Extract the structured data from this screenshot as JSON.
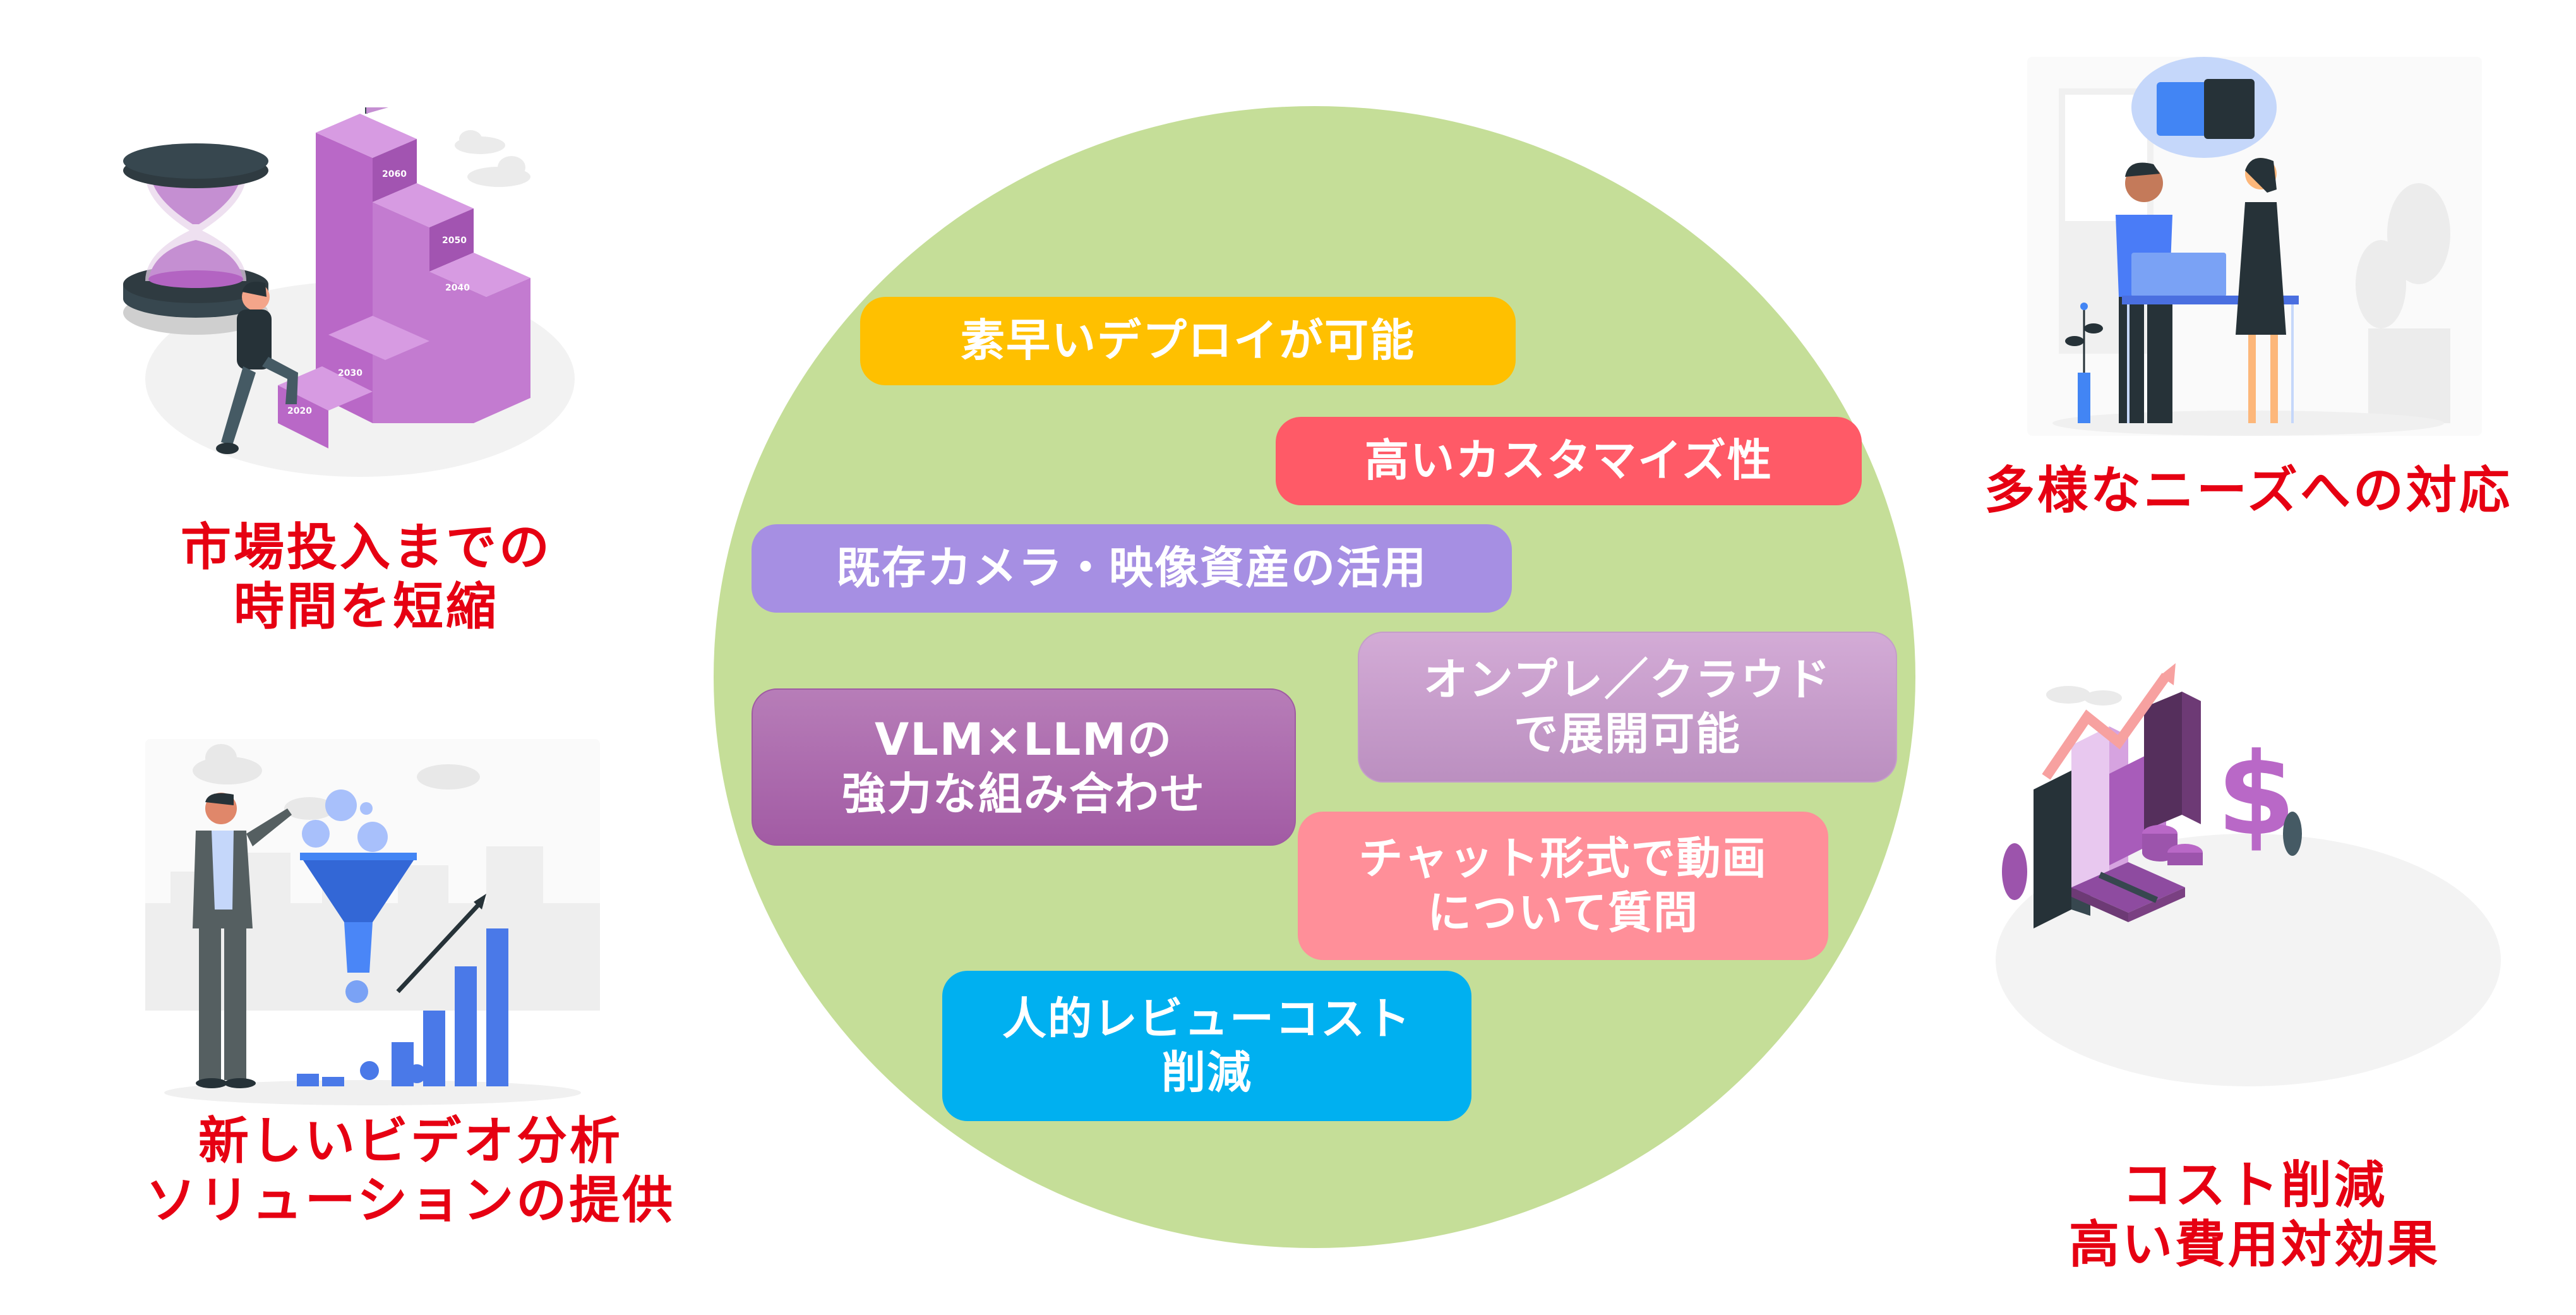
{
  "colors": {
    "background": "#ffffff",
    "center_circle": "#c5de98",
    "caption_red": "#e60012",
    "box_text": "#ffffff"
  },
  "center_features": [
    {
      "lines": [
        "素早いデプロイが可能"
      ],
      "color": "#ffc000"
    },
    {
      "lines": [
        "高いカスタマイズ性"
      ],
      "color": "#ff5a67"
    },
    {
      "lines": [
        "既存カメラ・映像資産の活用"
      ],
      "color": "#a68fe3"
    },
    {
      "lines": [
        "オンプレ／クラウド",
        "で展開可能"
      ],
      "color": "#cba3d1"
    },
    {
      "lines": [
        "VLM×LLMの",
        "強力な組み合わせ"
      ],
      "color": "#ab6bac"
    },
    {
      "lines": [
        "チャット形式で動画",
        "について質問"
      ],
      "color": "#ff8f99"
    },
    {
      "lines": [
        "人的レビューコスト",
        "削減"
      ],
      "color": "#00b0f0"
    }
  ],
  "benefits": {
    "top_left": {
      "lines": [
        "市場投入までの",
        "時間を短縮"
      ],
      "illustration": "hourglass-stairs-illustration",
      "stair_labels": [
        "2020",
        "2030",
        "2040",
        "2050",
        "2060"
      ]
    },
    "bottom_left": {
      "lines": [
        "新しいビデオ分析",
        "ソリューションの提供"
      ],
      "illustration": "funnel-coins-growth-illustration"
    },
    "top_right": {
      "lines": [
        "多様なニーズへの対応"
      ],
      "illustration": "puzzle-collaboration-illustration"
    },
    "bottom_right": {
      "lines": [
        "コスト削減",
        "高い費用対効果"
      ],
      "illustration": "cost-chart-money-illustration"
    }
  }
}
